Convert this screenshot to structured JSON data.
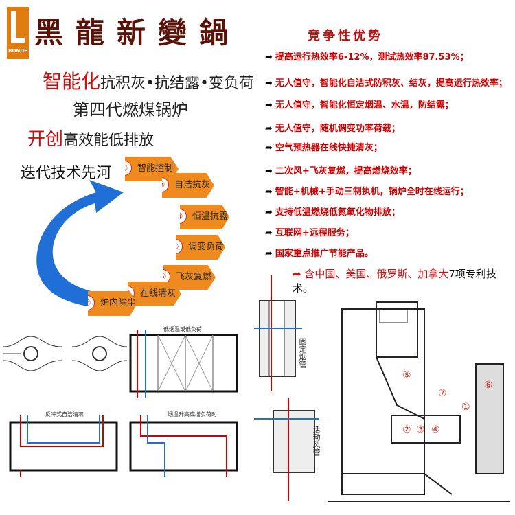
{
  "logo": {
    "text": "BONDE"
  },
  "brand_title": "黑龍新變鍋",
  "slogans": {
    "s1_red": "智能化",
    "s1_rest": "抗积灰•抗结露•变负荷",
    "s2": "第四代燃煤锅炉",
    "s3_red": "开创",
    "s3_rest": "高效能低排放",
    "iter": "迭代技术先河"
  },
  "cycle_steps": [
    {
      "num": "①",
      "label": "智能控制"
    },
    {
      "num": "②",
      "label": "自洁抗灰"
    },
    {
      "num": "③",
      "label": "恒温抗露"
    },
    {
      "num": "④",
      "label": "调变负荷"
    },
    {
      "num": "⑤",
      "label": "飞灰复燃"
    },
    {
      "num": "⑥",
      "label": "在线清灰"
    },
    {
      "num": "⑦",
      "label": "炉内除尘"
    }
  ],
  "advantages_title": "竞争性优势",
  "advantages": [
    "提高运行热效率6-12%，测试热效率87.53%；",
    "无人值守，智能化自洁式防积灰、结灰，提高运行热效率；",
    "无人值守，智能化恒定烟温、水温，防结露；",
    "无人值守，随机调变功率荷载；",
    "空气预热器在线快捷清灰；",
    "二次风+飞灰复燃，提高燃烧效率；",
    "智能+机械+手动三制执机，锅炉全时在线运行；",
    "支持低温燃烧低氮氧化物排放；",
    "互联网+远程服务；",
    "国家重点推广节能产品。"
  ],
  "patent": {
    "red": "含中国、美国、俄罗斯、加拿大",
    "rest": "7项专利技术。"
  },
  "diagrams": {
    "low_temp_label": "低烟温或低负荷",
    "high_temp_label": "烟温升高或增负荷时",
    "reverse_label": "反冲式自洁清灰",
    "fixed_pipe": "固定烟管",
    "active_pipe": "活动风管"
  },
  "boiler_markers": [
    "①",
    "②",
    "③",
    "④",
    "⑤",
    "⑥",
    "⑦"
  ],
  "colors": {
    "orange": "#ee8a1e",
    "blue": "#1f6fd6",
    "red": "#d00000",
    "brown": "#5a1308"
  }
}
